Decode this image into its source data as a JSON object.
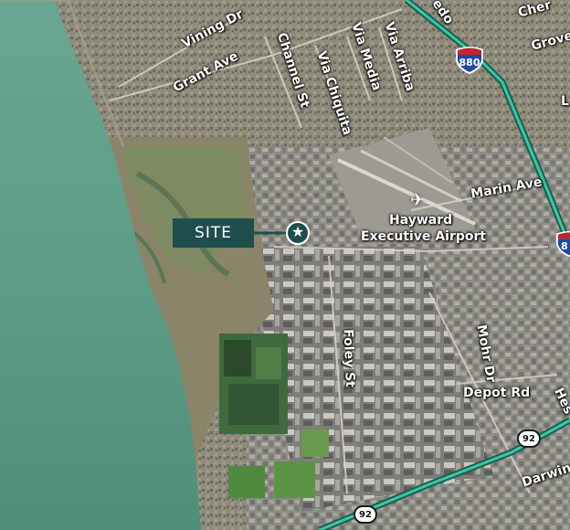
{
  "site": {
    "label": "SITE",
    "marker": "star-icon"
  },
  "airport": {
    "line1": "Hayward",
    "line2": "Executive Airport",
    "icon": "airplane-icon"
  },
  "streets": {
    "vining_dr": "Vining Dr",
    "grant_ave": "Grant Ave",
    "channel_st": "Channel St",
    "via_chiquita": "Via Chiquita",
    "via_media": "Via Media",
    "via_arriba": "Via Arriba",
    "marin_ave": "Marin Ave",
    "foley_st": "Foley St",
    "mohr_dr": "Mohr Dr",
    "depot_rd": "Depot Rd",
    "darwin_st": "Darwin St",
    "hes": "Hes",
    "cher": "Cher",
    "grove": "Grove",
    "edo": "edo",
    "l_edge": "L"
  },
  "highways": {
    "i880": "880",
    "i880_edge": "8",
    "sr92_a": "92",
    "sr92_b": "92"
  },
  "colors": {
    "site_box": "#1f4e4e",
    "bay_water": "#5e9e88",
    "interstate_line": "#2fc0a0",
    "urban": "#8a8a86",
    "marsh": "#8a8468"
  }
}
